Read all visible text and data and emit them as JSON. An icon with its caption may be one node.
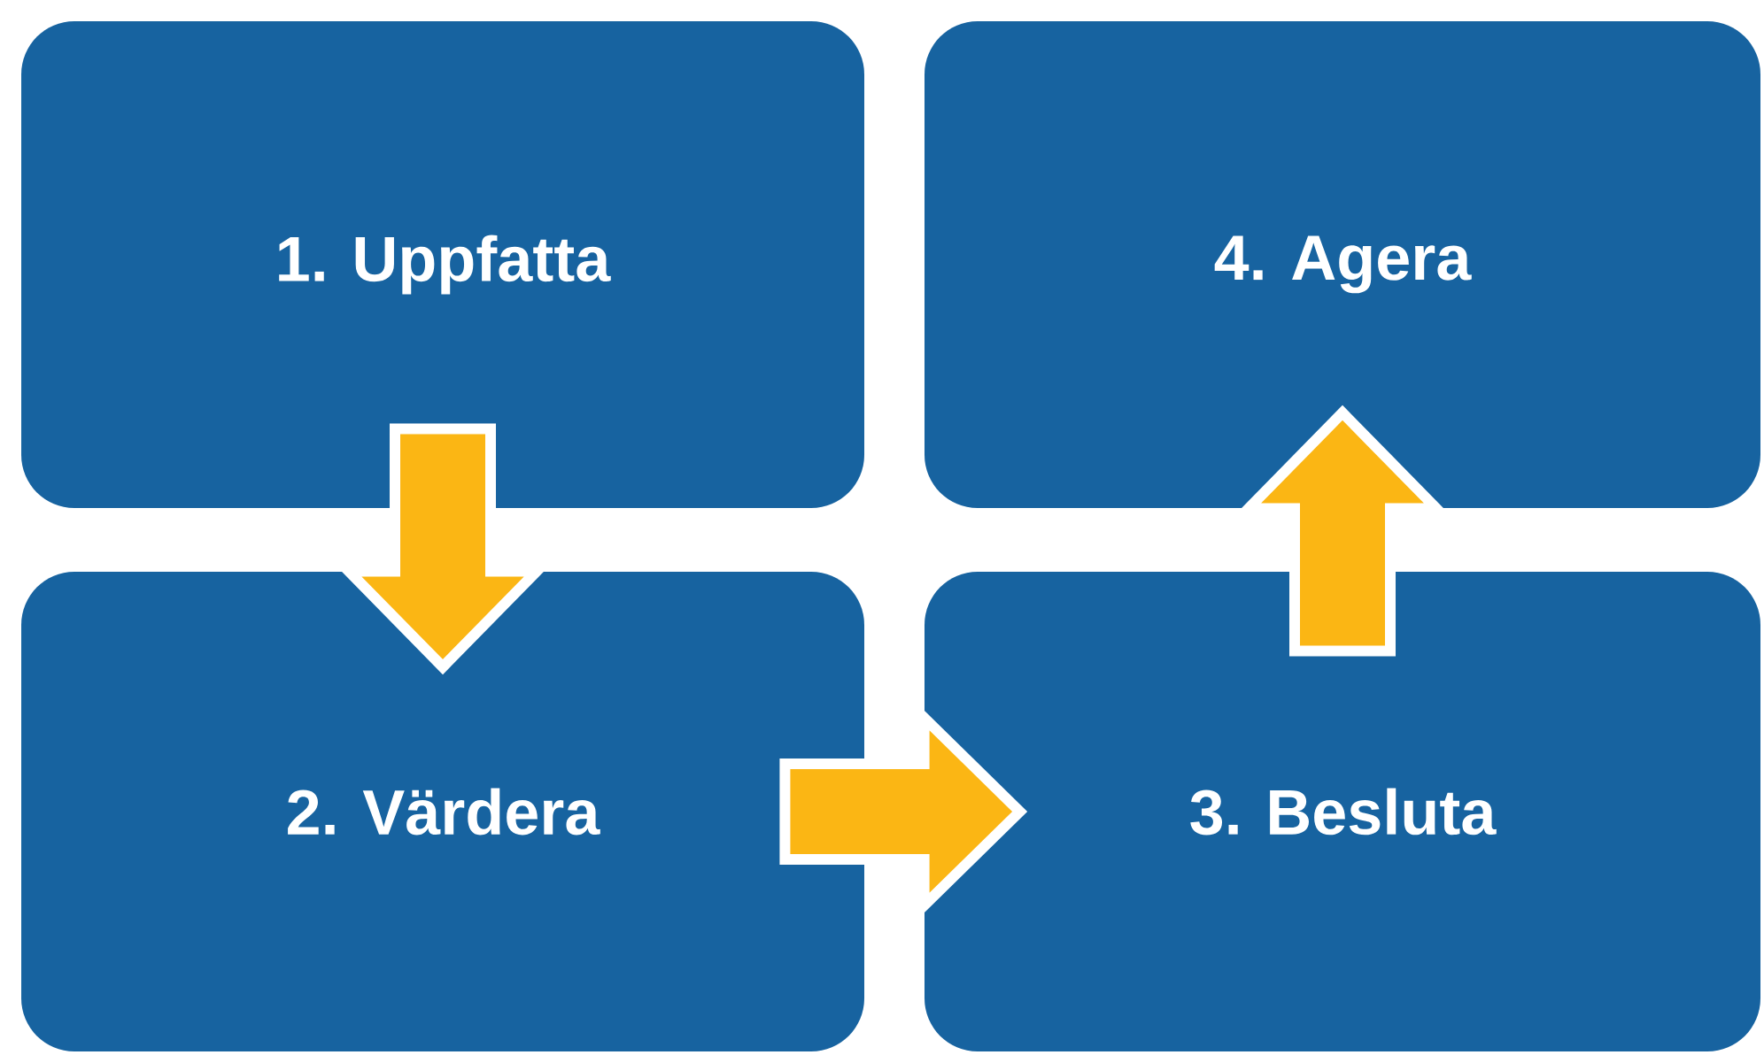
{
  "diagram": {
    "nodes": [
      {
        "text": [
          "1. Uppfatta"
        ]
      },
      {
        "text": [
          "2. Värdera"
        ]
      },
      {
        "text": [
          "3. Besluta"
        ]
      },
      {
        "text": [
          "4. Agera"
        ]
      }
    ],
    "edges": [
      {
        "from": 0,
        "to": 1,
        "arrow": "to"
      },
      {
        "from": 1,
        "to": 2,
        "arrow": "to"
      },
      {
        "from": 2,
        "to": 3,
        "arrow": "to"
      }
    ]
  }
}
